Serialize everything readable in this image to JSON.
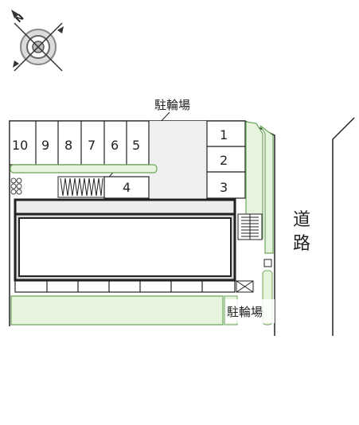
{
  "compass": {
    "north_label": "N",
    "icon": "compass-rose-icon"
  },
  "labels": {
    "bike_parking_top": "駐輪場",
    "bike_parking_bottom": "駐輪場",
    "road_char_1": "道",
    "road_char_2": "路"
  },
  "parking_top_row": [
    "10",
    "9",
    "8",
    "7",
    "6",
    "5"
  ],
  "parking_right_column": [
    "1",
    "2",
    "3"
  ],
  "parking_single": "4",
  "colors": {
    "greenery_fill": "#e6f3dd",
    "greenery_border": "#6aa55a",
    "building_stroke": "#222222",
    "paved_area": "#efefef",
    "road_line": "#222222"
  }
}
